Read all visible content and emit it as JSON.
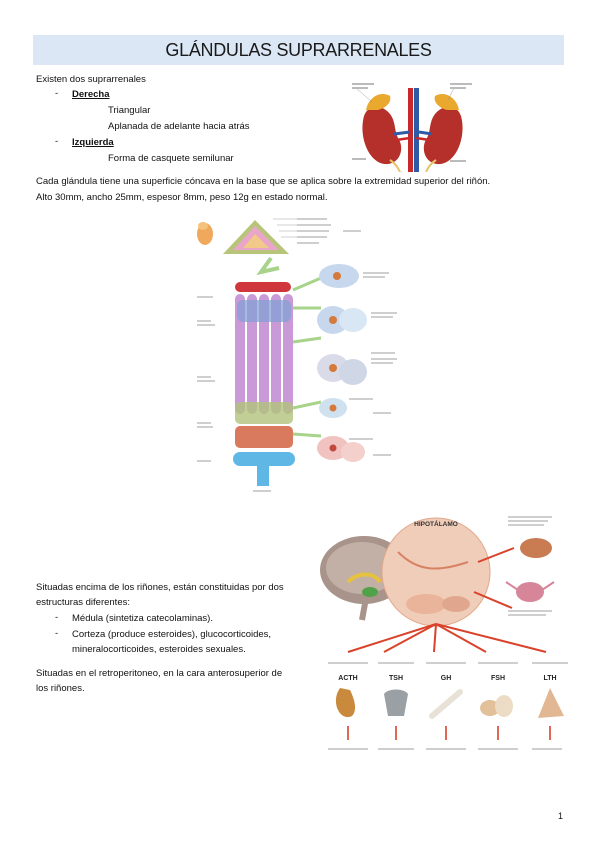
{
  "title": "GLÁNDULAS SUPRARRENALES",
  "intro": "Existen dos suprarrenales",
  "right_label": "Derecha",
  "right_items": [
    "Triangular",
    "Aplanada de adelante hacia atrás"
  ],
  "left_label": "Izquierda",
  "left_items": [
    "Forma de casquete semilunar"
  ],
  "surface_text": "Cada glándula tiene una superficie cóncava en la base que se aplica sobre la extremidad superior del riñón.",
  "size_text": "Alto 30mm, ancho 25mm, espesor 8mm, peso 12g en estado normal.",
  "position_text_lines": [
    "Situadas encima de los riñones, están constituidas por dos",
    "estructuras diferentes:"
  ],
  "structures": [
    "Médula (sintetiza catecolaminas).",
    "Corteza (produce esteroides), glucocorticoides,",
    "mineralocorticoides, esteroides sexuales."
  ],
  "retro_text_lines": [
    "Situadas en el retroperitoneo, en la cara anterosuperior de",
    "los riñones."
  ],
  "page_number": "1",
  "figure3_labels": {
    "hipotalamo": "HIPOTÁLAMO",
    "hormones": [
      "ACTH",
      "TSH",
      "GH",
      "FSH",
      "LTH"
    ]
  },
  "colors": {
    "title_bg": "#dbe7f5",
    "arrow_red": "#d9432b"
  }
}
